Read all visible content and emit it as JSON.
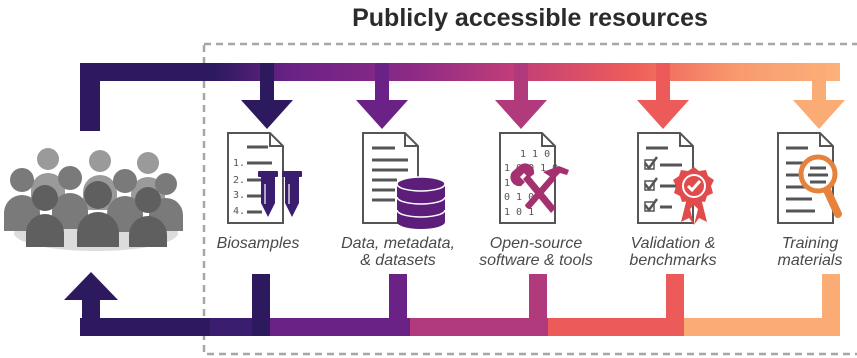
{
  "title": "Publicly accessible resources",
  "colors": {
    "flow": [
      "#2d1a5e",
      "#6b2286",
      "#b13a7c",
      "#ec5a5a",
      "#fbab74"
    ],
    "icon": "#555555",
    "people": "#6d6d6d",
    "dashed_border": "#a6a6a6"
  },
  "resources": [
    {
      "label_lines": [
        "Biosamples"
      ],
      "icon": "list-document-with-test-tubes-icon",
      "accent": "#3a1d6e"
    },
    {
      "label_lines": [
        "Data, metadata,",
        "& datasets"
      ],
      "icon": "document-with-database-icon",
      "accent": "#5c1e7a"
    },
    {
      "label_lines": [
        "Open-source",
        "software & tools"
      ],
      "icon": "binary-document-with-tools-icon",
      "accent": "#a4306f"
    },
    {
      "label_lines": [
        "Validation &",
        "benchmarks"
      ],
      "icon": "checklist-document-with-badge-icon",
      "accent": "#e24b4b"
    },
    {
      "label_lines": [
        "Training",
        "materials"
      ],
      "icon": "document-with-magnifier-icon",
      "accent": "#e7823c"
    }
  ],
  "community_icon": "people-group-icon"
}
